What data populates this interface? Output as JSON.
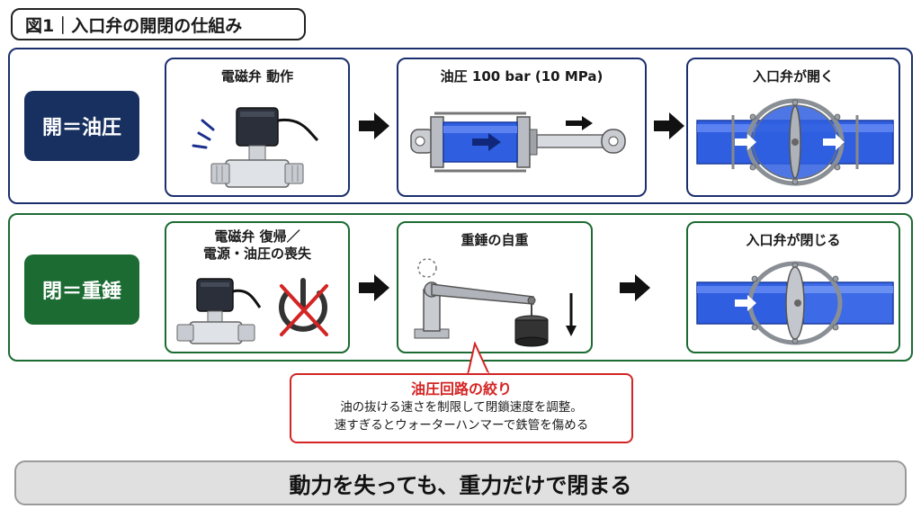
{
  "figure_title": "図1｜入口弁の開閉の仕組み",
  "open_row": {
    "label": "開＝油圧",
    "steps": [
      {
        "title": "電磁弁 動作"
      },
      {
        "title": "油圧 100 bar (10 MPa)"
      },
      {
        "title": "入口弁が開く"
      }
    ]
  },
  "close_row": {
    "label": "閉＝重錘",
    "steps": [
      {
        "title_line1": "電磁弁 復帰／",
        "title_line2": "電源・油圧の喪失"
      },
      {
        "title": "重錘の自重"
      },
      {
        "title": "入口弁が閉じる"
      }
    ]
  },
  "callout": {
    "title": "油圧回路の絞り",
    "line1": "油の抜ける速さを制限して閉鎖速度を調整。",
    "line2": "速すぎるとウォーターハンマーで鉄管を傷める"
  },
  "summary": "動力を失っても、重力だけで閉まる",
  "colors": {
    "open_accent": "#17305f",
    "close_accent": "#1c6b33",
    "callout_accent": "#d42424",
    "water_blue": "#2f5fe0"
  },
  "icons": [
    "solenoid-valve-icon",
    "hydraulic-cylinder-icon",
    "butterfly-valve-icon",
    "power-off-icon",
    "counterweight-lever-icon",
    "process-arrow-icon"
  ]
}
